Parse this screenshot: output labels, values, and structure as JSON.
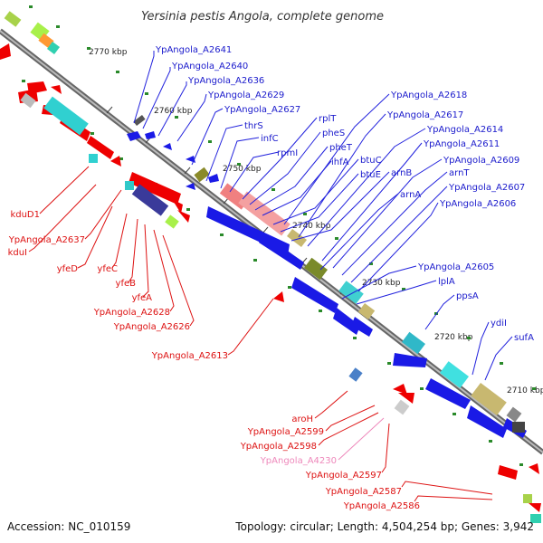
{
  "title": "Yersinia pestis Angola, complete genome",
  "accession": "Accession: NC_010159",
  "summary": "Topology: circular; Length: 4,504,254 bp; Genes: 3,942",
  "ticks": [
    "2770 kbp",
    "2760 kbp",
    "2750 kbp",
    "2740 kbp",
    "2730 kbp",
    "2720 kbp",
    "2710 kbp"
  ],
  "colors": {
    "forward_label": "#1a1acc",
    "reverse_label": "#dd1111",
    "pseudo_label": "#ee88bb",
    "backbone": "#888888"
  },
  "forward_labels": [
    "YpAngola_A2641",
    "YpAngola_A2640",
    "YpAngola_A2636",
    "YpAngola_A2629",
    "YpAngola_A2627",
    "thrS",
    "infC",
    "rpmI",
    "rplT",
    "pheS",
    "pheT",
    "ihfA",
    "btuC",
    "btuE",
    "arnB",
    "YpAngola_A2618",
    "YpAngola_A2617",
    "YpAngola_A2614",
    "YpAngola_A2611",
    "YpAngola_A2609",
    "arnT",
    "YpAngola_A2607",
    "arnA",
    "YpAngola_A2606",
    "YpAngola_A2605",
    "lplA",
    "ppsA",
    "ydiI",
    "sufA"
  ],
  "reverse_labels": [
    "kduD1",
    "YpAngola_A2637",
    "kduI",
    "yfeD",
    "yfeC",
    "yfeB",
    "yfeA",
    "YpAngola_A2628",
    "YpAngola_A2626",
    "YpAngola_A2613",
    "aroH",
    "YpAngola_A2599",
    "YpAngola_A2598",
    "YpAngola_A4230",
    "YpAngola_A2597",
    "YpAngola_A2587",
    "YpAngola_A2586"
  ]
}
